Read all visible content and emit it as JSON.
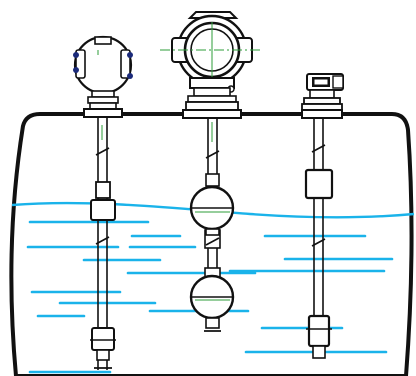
{
  "colors": {
    "outline": "#111111",
    "liquid": "#1ab3ea",
    "float_fill": "#ffffff",
    "centerline": "#2e9e3a",
    "background": "#ffffff"
  },
  "icons": {
    "tank": "tank-outline",
    "liquid_surface": "wavy-line",
    "explosion_proof_head": "round-housing",
    "junction_box": "box-connector",
    "float": "ball-float"
  },
  "instruments": [
    {
      "name": "left-level-gauge",
      "head": "round-housing",
      "float_shape": "cylinder"
    },
    {
      "name": "center-level-gauge",
      "head": "round-housing-large",
      "float_shape": "ball"
    },
    {
      "name": "right-level-gauge",
      "head": "junction-box",
      "float_shape": "cylinder"
    }
  ]
}
